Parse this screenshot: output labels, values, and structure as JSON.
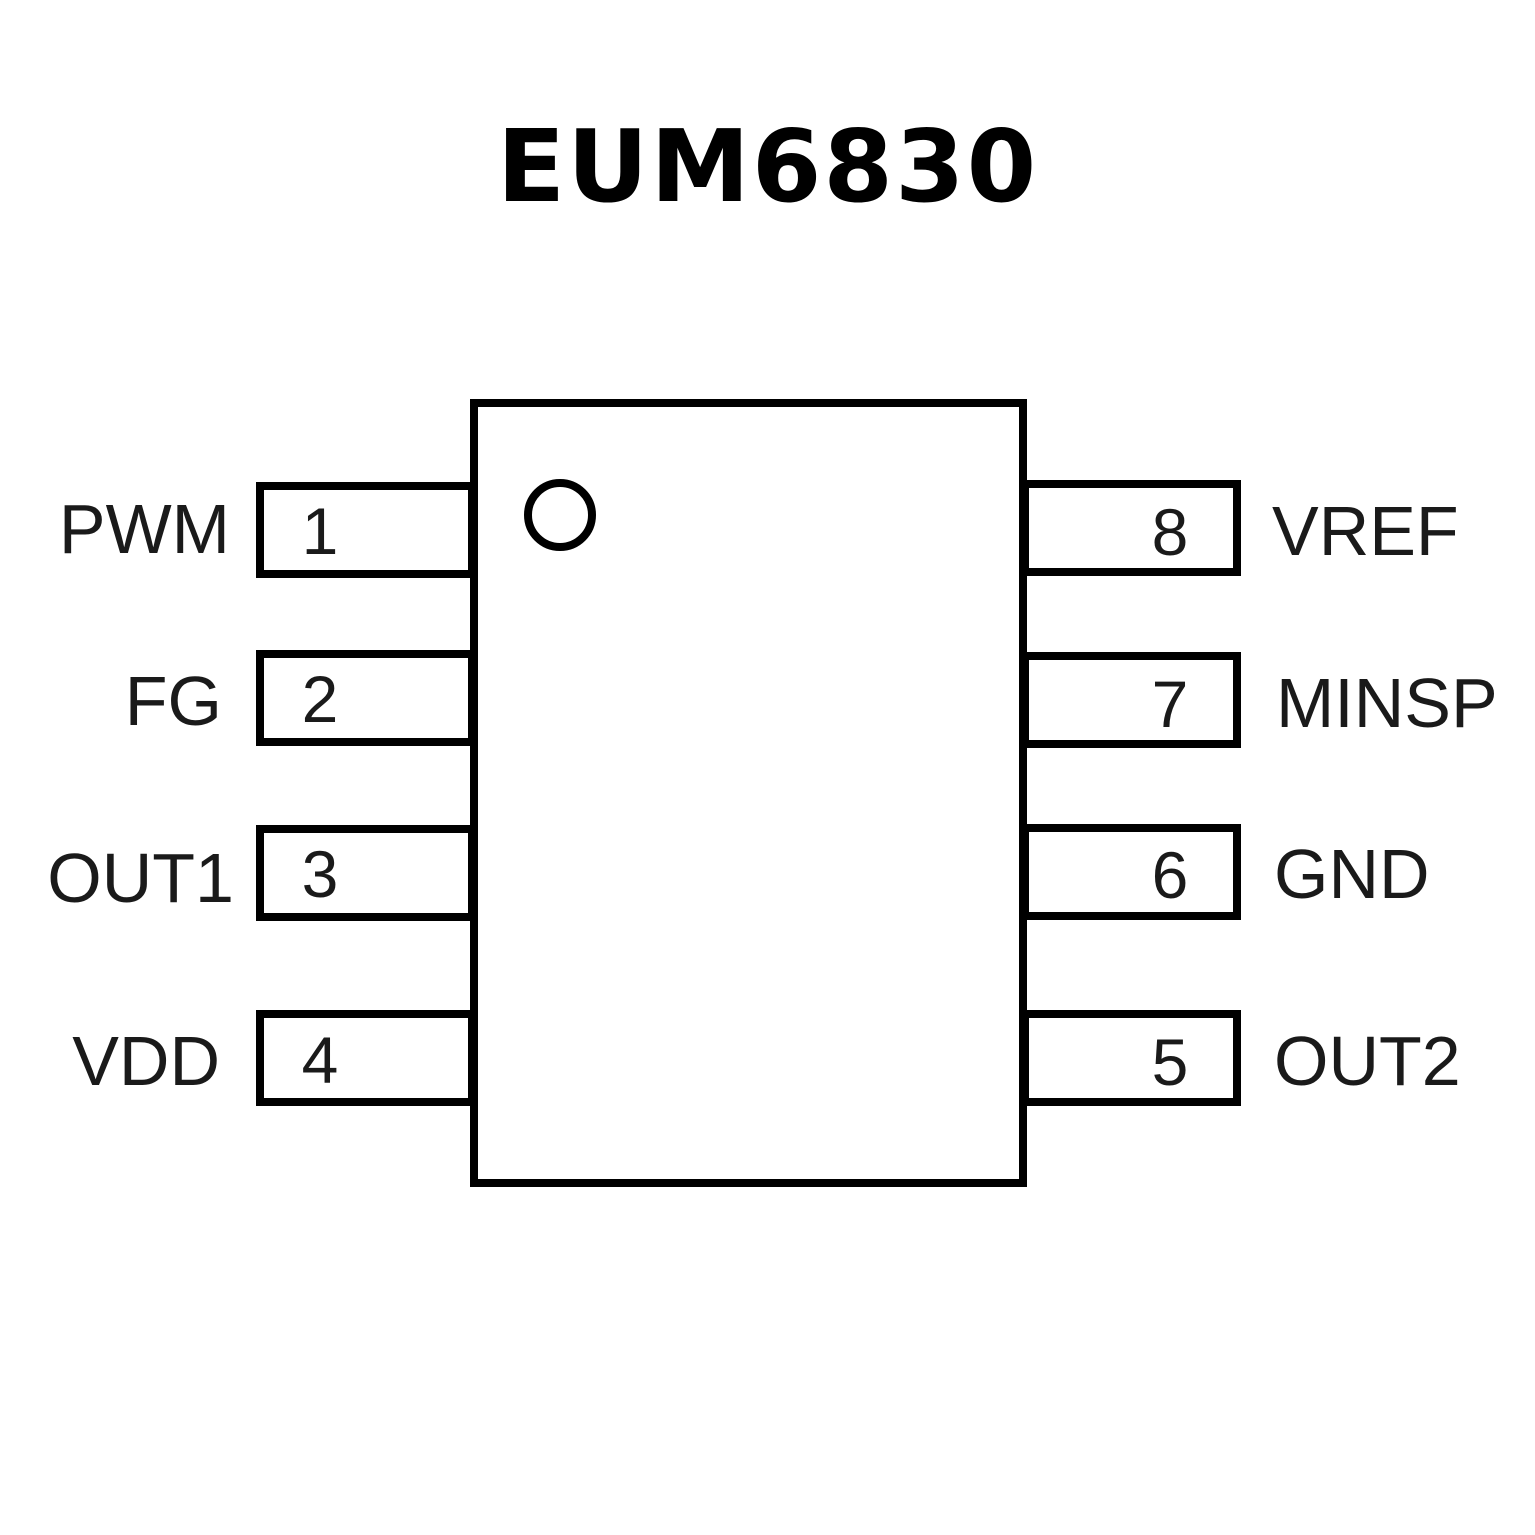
{
  "title": "EUM6830",
  "chip": {
    "orientation_mark": "pin-1-circle",
    "pins": [
      {
        "number": "1",
        "name": "PWM",
        "side": "left"
      },
      {
        "number": "2",
        "name": "FG",
        "side": "left"
      },
      {
        "number": "3",
        "name": "OUT1",
        "side": "left"
      },
      {
        "number": "4",
        "name": "VDD",
        "side": "left"
      },
      {
        "number": "5",
        "name": "OUT2",
        "side": "right"
      },
      {
        "number": "6",
        "name": "GND",
        "side": "right"
      },
      {
        "number": "7",
        "name": "MINSP",
        "side": "right"
      },
      {
        "number": "8",
        "name": "VREF",
        "side": "right"
      }
    ]
  }
}
